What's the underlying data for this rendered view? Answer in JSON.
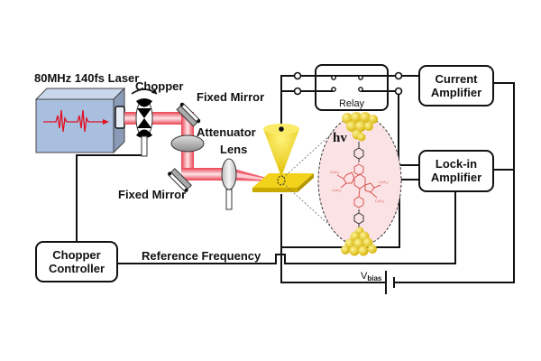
{
  "title": "Laser-induced single-molecule junction measurement setup",
  "labels": {
    "laser": "80MHz 140fs Laser",
    "chopper": "Chopper",
    "fixed_mirror_top": "Fixed Mirror",
    "fixed_mirror_bottom": "Fixed Mirror",
    "attenuator": "Attenuator",
    "lens": "Lens",
    "relay": "Relay",
    "hv": "hv",
    "reference_frequency": "Reference Frequency",
    "vbias_main": "V",
    "vbias_sub": "bias"
  },
  "boxes": {
    "current_amplifier": [
      "Current",
      "Amplifier"
    ],
    "lockin_amplifier": [
      "Lock-in",
      "Amplifier"
    ],
    "chopper_controller": [
      "Chopper",
      "Controller"
    ]
  },
  "colors": {
    "beam": "#f05060",
    "beam_core": "#ffd0d6",
    "laser_body": "#a9bfe0",
    "laser_side": "#8a9bb8",
    "gold": "#f2d21a",
    "gold_dark": "#c9a800",
    "molecule_bg": "#fbe3e5",
    "molecule": "#d9534f",
    "wire": "#111111"
  }
}
